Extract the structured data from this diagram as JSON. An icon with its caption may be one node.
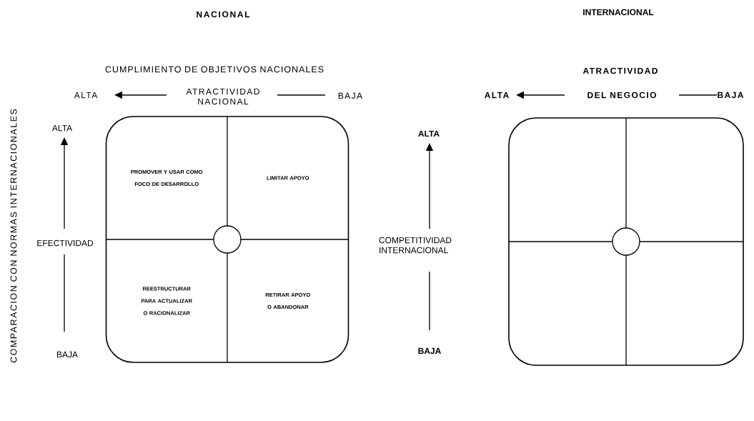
{
  "diagram": {
    "nodes": [
      {
        "text": [],
        "shape": "box"
      },
      {
        "text": [
          "PROMOVER Y USAR COMO FOCO DE DESARROLLO"
        ],
        "in": 0
      },
      {
        "text": [
          "LIMITAR APOYO"
        ],
        "in": 0
      },
      {
        "text": [
          "REESTRUCTURAR PARA ACTUALIZAR O RACIONALIZAR"
        ],
        "in": 0
      },
      {
        "text": [
          "RETIRAR APOYO O ABANDONAR"
        ],
        "in": 0
      },
      {
        "text": [],
        "shape": "circle",
        "in": 0
      },
      {
        "text": [],
        "shape": "box"
      },
      {
        "text": [],
        "shape": "circle",
        "in": 6
      }
    ],
    "labels": [
      "NACIONAL",
      "INTERNACIONAL",
      "CUMPLIMIENTO DE OBJETIVOS NACIONALES",
      "ATRACTIVIDAD",
      "ALTA",
      "ATRACTIVIDAD NACIONAL",
      "BAJA",
      "ALTA",
      "DEL NEGOCIO",
      "BAJA",
      "COMPARACION CON NORMAS INTERNACIONALES",
      "ALTA",
      "ALTA",
      "EFECTIVIDAD",
      "COMPETITIVIDAD INTERNACIONAL",
      "BAJA",
      "BAJA"
    ]
  }
}
